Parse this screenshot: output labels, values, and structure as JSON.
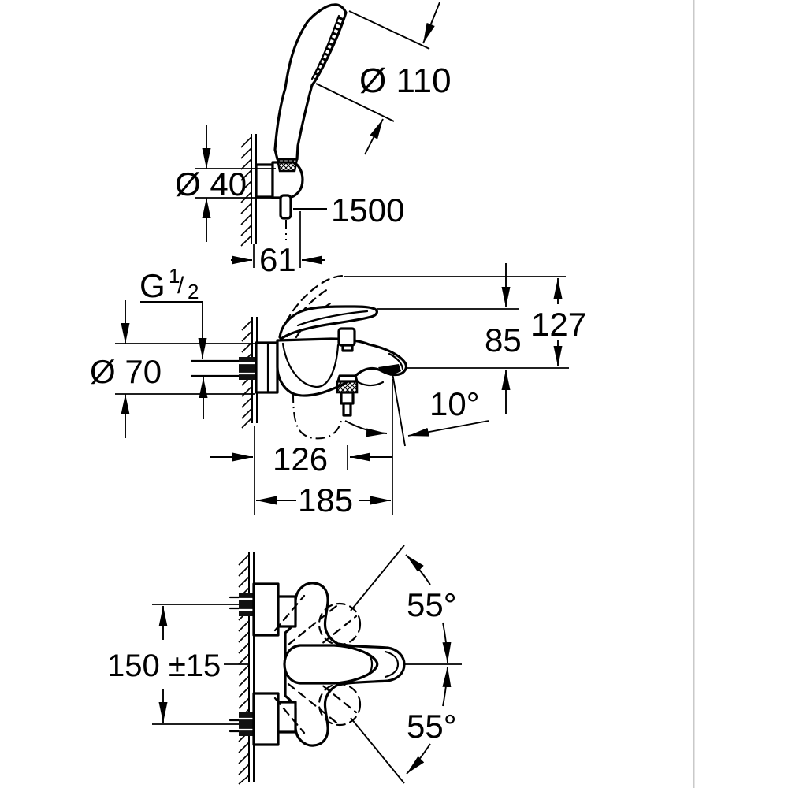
{
  "drawing": {
    "title": "bath-mixer-with-hand-shower-dimensional-drawing",
    "colors": {
      "line": "#000000",
      "divider": "#c9c9c9",
      "background": "#ffffff"
    },
    "hand_shower_view": {
      "head_diameter": "Ø 110",
      "holder_diameter": "Ø 40",
      "hose_length": "1500",
      "holder_projection": "61"
    },
    "side_view": {
      "thread_letter": "G",
      "thread_numerator": "1",
      "thread_slash": "/",
      "thread_denominator": "2",
      "rosette_diameter": "Ø 70",
      "height_handle_raised": "127",
      "height_handle_rest": "85",
      "spout_angle": "10°",
      "depth_shower_outlet": "126",
      "depth_spout": "185"
    },
    "top_view": {
      "connection_distance": "150 ±15",
      "swivel_angle_up": "55°",
      "swivel_angle_down": "55°"
    }
  }
}
